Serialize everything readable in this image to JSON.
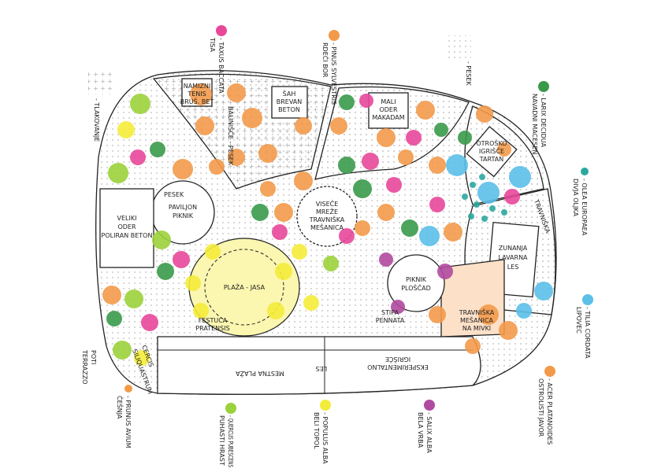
{
  "legend": [
    {
      "id": "taxus",
      "latin": "- TAXUS BACCATA",
      "common": "TISA",
      "color": "#e8479a"
    },
    {
      "id": "pinus",
      "latin": "- PINUS SYLVESTRIS",
      "common": "RDEČI BOR",
      "color": "#f39a4a"
    },
    {
      "id": "larix",
      "latin": "- LARIX DECIDUA",
      "common": "NAVADNI MACESEN",
      "color": "#3a9a4a"
    },
    {
      "id": "olea",
      "latin": "- OLEA EUROPAEA",
      "common": "DIVJA OLJKA",
      "color": "#2aa8a0"
    },
    {
      "id": "tilia",
      "latin": "- TILIA CORDATA",
      "common": "LIPOVEC",
      "color": "#5cbfe8"
    },
    {
      "id": "acer",
      "latin": "- ACER PLATANOIDES",
      "common": "OSTROLISTI JAVOR",
      "color": "#f39a4a"
    },
    {
      "id": "salix",
      "latin": "- SALIX ALBA",
      "common": "BELA VRBA",
      "color": "#b04aa0"
    },
    {
      "id": "populus",
      "latin": "- POPULUS ALBA",
      "common": "BELI TOPOL",
      "color": "#f4ec3a"
    },
    {
      "id": "quercus",
      "latin": "- QUERCUS PUBESCENS",
      "common": "PUHASTI HRAST",
      "color": "#9bd13a"
    },
    {
      "id": "prunus",
      "latin": "- PRUNUS AVIUM",
      "common": "ČEŠNJA",
      "color": "#f39a4a"
    }
  ],
  "surfaces": {
    "pesek": "- PESEK",
    "tlakovanje": "- TLAKOVANJE",
    "poti": "POTI",
    "terrazzo": "TERRAZZO"
  },
  "zones": {
    "tenis": [
      "NAMIZNI",
      "TENIS",
      "BRUŠ. BET"
    ],
    "balinisce": "BALINIŠČE - PESEK",
    "sah": [
      "ŠAH",
      "BREVAN",
      "BETON"
    ],
    "mali_oder": [
      "MALI",
      "ODER",
      "MAKADAM"
    ],
    "otrosko": [
      "OTROŠKO",
      "IGRIŠČE",
      "TARTAN"
    ],
    "paviljon": [
      "PAVILJON",
      "PIKNIK"
    ],
    "pesek": "PESEK",
    "veliki_oder": [
      "VELIKI",
      "ODER",
      "POLIRAN BETON"
    ],
    "plaza_jasa": "PLAŽA - JASA",
    "piknik": [
      "PIKNIK",
      "PLOŠČAD"
    ],
    "visece": [
      "VISEČE",
      "MREŽE",
      "TRAVNIŠKA",
      "MEŠANICA"
    ],
    "lavarna": [
      "ZUNANJA",
      "LAVARNA",
      "LES"
    ],
    "mestna_plaza": "MESTNA PLAŽA",
    "les": "LES",
    "eksperimentalno": [
      "EKSPERIMENTALNO",
      "IGRIŠČE"
    ],
    "travniska_mivka": [
      "TRAVNIŠKA",
      "MEŠANICA",
      "NA MIVKI"
    ],
    "stipa": [
      "STIPA",
      "PENNATA"
    ],
    "festuca": [
      "FESTUCA",
      "PRATENSIS"
    ],
    "cercis": [
      "CERCIS",
      "SILIQUASTRUM"
    ],
    "travniska": "TRAVNIŠKA"
  }
}
